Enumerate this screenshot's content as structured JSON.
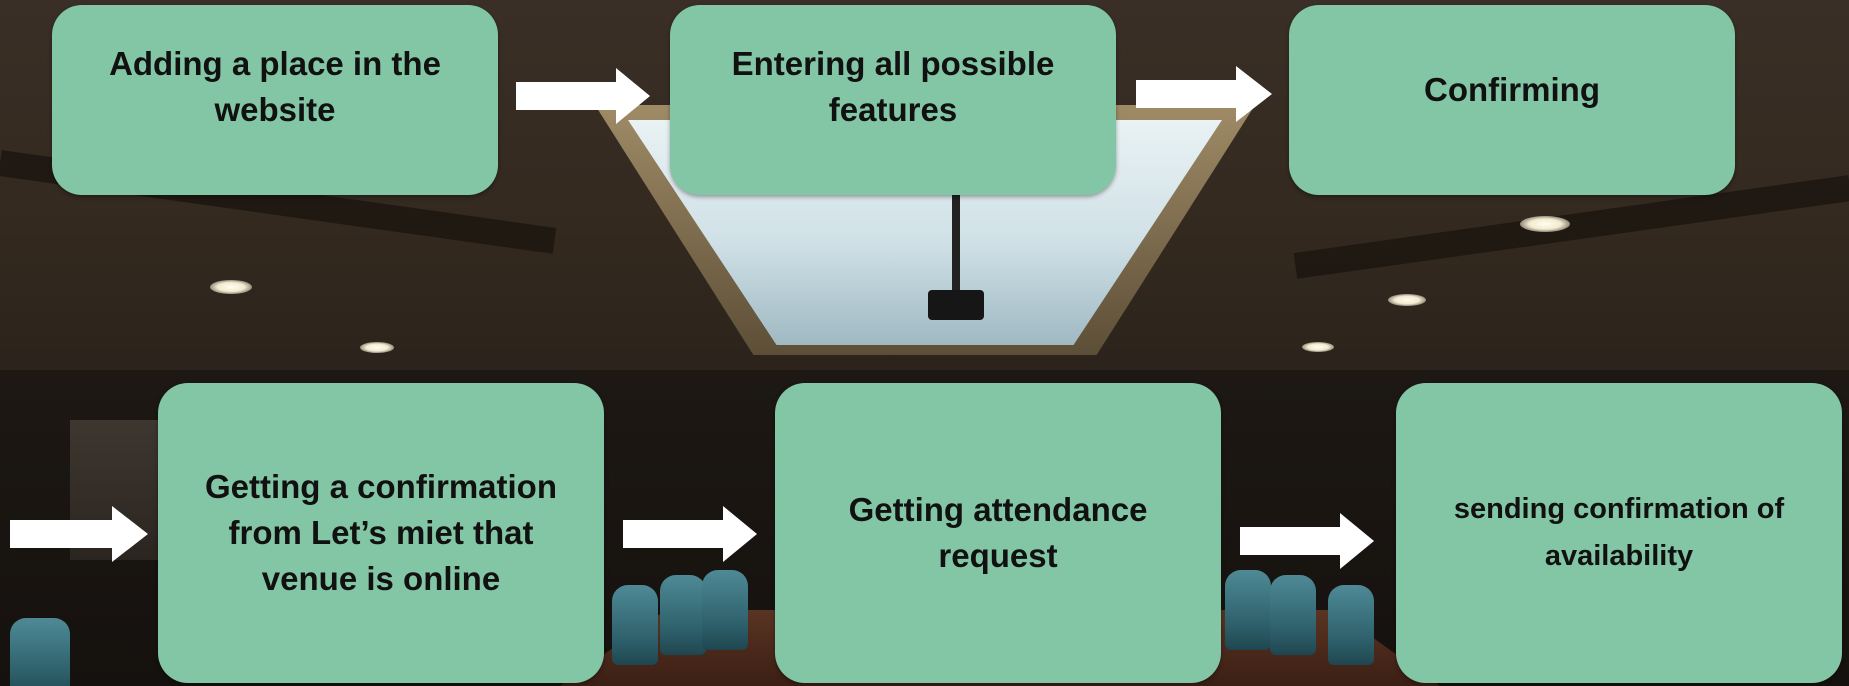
{
  "steps": [
    {
      "id": "step-1",
      "label": "Adding a place in the website"
    },
    {
      "id": "step-2",
      "label": "Entering all possible features"
    },
    {
      "id": "step-3",
      "label": "Confirming"
    },
    {
      "id": "step-4",
      "label": "Getting a confirmation from Let’s miet that venue is online"
    },
    {
      "id": "step-5",
      "label": "Getting attendance request"
    },
    {
      "id": "step-6",
      "label": "sending confirmation of availability"
    }
  ],
  "colors": {
    "node_fill": "#83c6a5",
    "node_text": "#111111",
    "arrow_fill": "#ffffff"
  },
  "icons": {
    "arrow": "right-arrow-icon",
    "background": "conference-room-photo"
  }
}
